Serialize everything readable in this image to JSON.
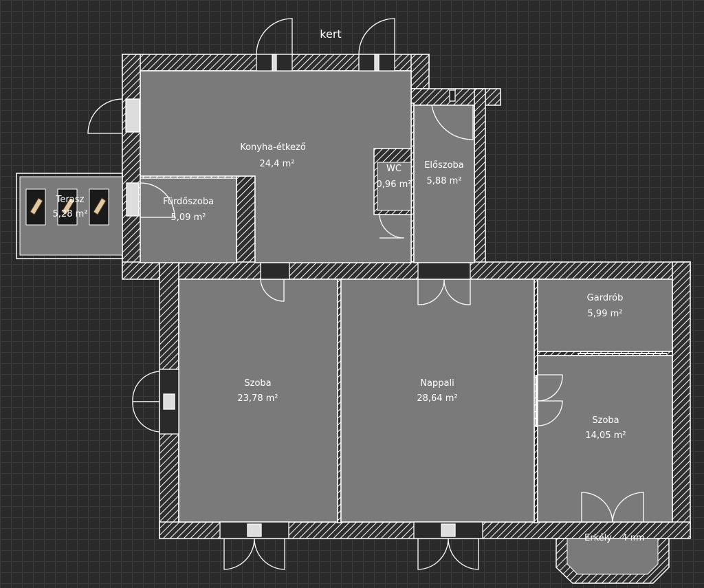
{
  "plan": {
    "outside_label": "kert",
    "rooms": {
      "kitchen": {
        "name": "Konyha-étkező",
        "area": "24,4 m²"
      },
      "wc": {
        "name": "WC",
        "area": "0,96 m²"
      },
      "hall": {
        "name": "Előszoba",
        "area": "5,88 m²"
      },
      "bathroom": {
        "name": "Fürdőszoba",
        "area": "5,09 m²"
      },
      "terrace": {
        "name": "Terasz",
        "area": "5,28 m²"
      },
      "room_west": {
        "name": "Szoba",
        "area": "23,78 m²"
      },
      "living": {
        "name": "Nappali",
        "area": "28,64 m²"
      },
      "wardrobe": {
        "name": "Gardrób",
        "area": "5,99 m²"
      },
      "room_east": {
        "name": "Szoba",
        "area": "14,05 m²"
      },
      "balcony": {
        "name": "Erkély",
        "area": "4 nm"
      }
    },
    "colors": {
      "background": "#2a2a2a",
      "grid": "#3a3a3a",
      "floor": "#7a7a7a",
      "wall_fill": "#2f2f2f",
      "wall_stroke": "#ffffff"
    }
  }
}
